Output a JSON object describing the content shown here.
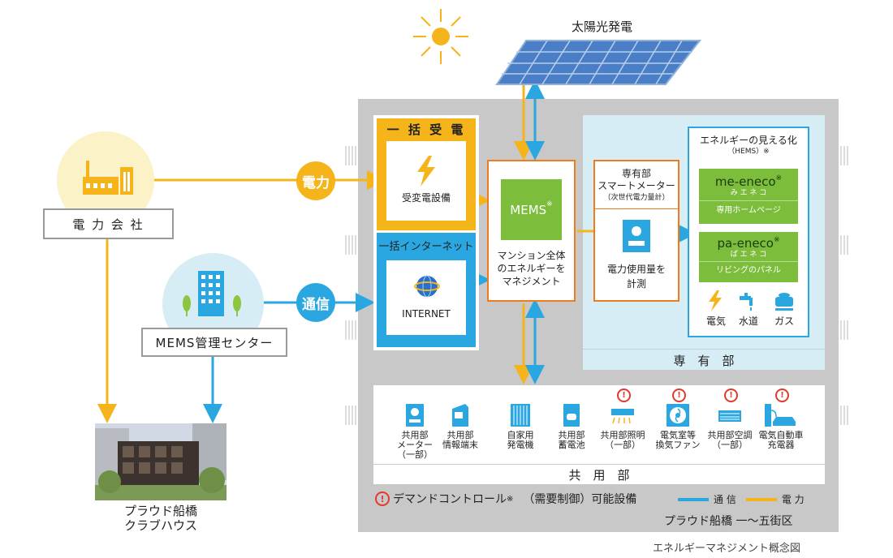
{
  "solar": {
    "label": "太陽光発電"
  },
  "power_company": {
    "label": "電 力 会 社"
  },
  "mems_center": {
    "label": "MEMS管理センター"
  },
  "clubhouse": {
    "line1": "プラウド船橋",
    "line2": "クラブハウス"
  },
  "badges": {
    "power": "電力",
    "comm": "通信"
  },
  "bulk_power": {
    "title": "一 括 受 電",
    "equipment": "受変電設備"
  },
  "bulk_internet": {
    "title": "一括インターネット",
    "equipment": "INTERNET"
  },
  "mems": {
    "label": "MEMS",
    "mark": "※",
    "desc": [
      "マンション全体",
      "のエネルギーを",
      "マネジメント"
    ]
  },
  "smart_meter": {
    "title": [
      "専有部",
      "スマートメーター"
    ],
    "sub": "（次世代電力量計）",
    "desc": [
      "電力使用量を",
      "計測"
    ]
  },
  "hems": {
    "title": "エネルギーの見える化",
    "sub": "（HEMS）※",
    "me": {
      "logo": "me-eneco",
      "mark": "※",
      "kana": "み エ ネ コ",
      "desc": "専用ホームページ"
    },
    "pa": {
      "logo": "pa-eneco",
      "mark": "※",
      "kana": "ぱ エ ネ コ",
      "desc": "リビングのパネル"
    },
    "utilities": [
      "電気",
      "水道",
      "ガス"
    ]
  },
  "private_section": {
    "label": "専　有　部"
  },
  "common_section": {
    "label": "共　用　部"
  },
  "common_items": [
    {
      "lines": [
        "共用部",
        "メーター",
        "（一部）"
      ],
      "icon": "meter-icon",
      "demand": false
    },
    {
      "lines": [
        "共用部",
        "情報端末"
      ],
      "icon": "terminal-icon",
      "demand": false
    },
    {
      "lines": [
        "自家用",
        "発電機"
      ],
      "icon": "generator-icon",
      "demand": false
    },
    {
      "lines": [
        "共用部",
        "蓄電池"
      ],
      "icon": "battery-icon",
      "demand": false
    },
    {
      "lines": [
        "共用部照明",
        "（一部）"
      ],
      "icon": "light-icon",
      "demand": true
    },
    {
      "lines": [
        "電気室等",
        "換気ファン"
      ],
      "icon": "fan-icon",
      "demand": true
    },
    {
      "lines": [
        "共用部空調",
        "（一部）"
      ],
      "icon": "aircon-icon",
      "demand": true
    },
    {
      "lines": [
        "電気自動車",
        "充電器"
      ],
      "icon": "ev-charger-icon",
      "demand": true
    }
  ],
  "demand_legend": {
    "mark": "!",
    "text": "デマンドコントロール",
    "note": "※",
    "text2": "（需要制御）可能設備"
  },
  "line_legend": {
    "comm": "通 信",
    "power": "電 力"
  },
  "area_label": "プラウド船橋 一〜五街区",
  "caption": "エネルギーマネジメント概念図",
  "colors": {
    "power": "#f4b41a",
    "comm": "#2aa7e1",
    "gray": "#c8c8c8",
    "green": "#7cbd3b",
    "orange": "#ee7c1e",
    "lightblue": "#d7edf6"
  }
}
